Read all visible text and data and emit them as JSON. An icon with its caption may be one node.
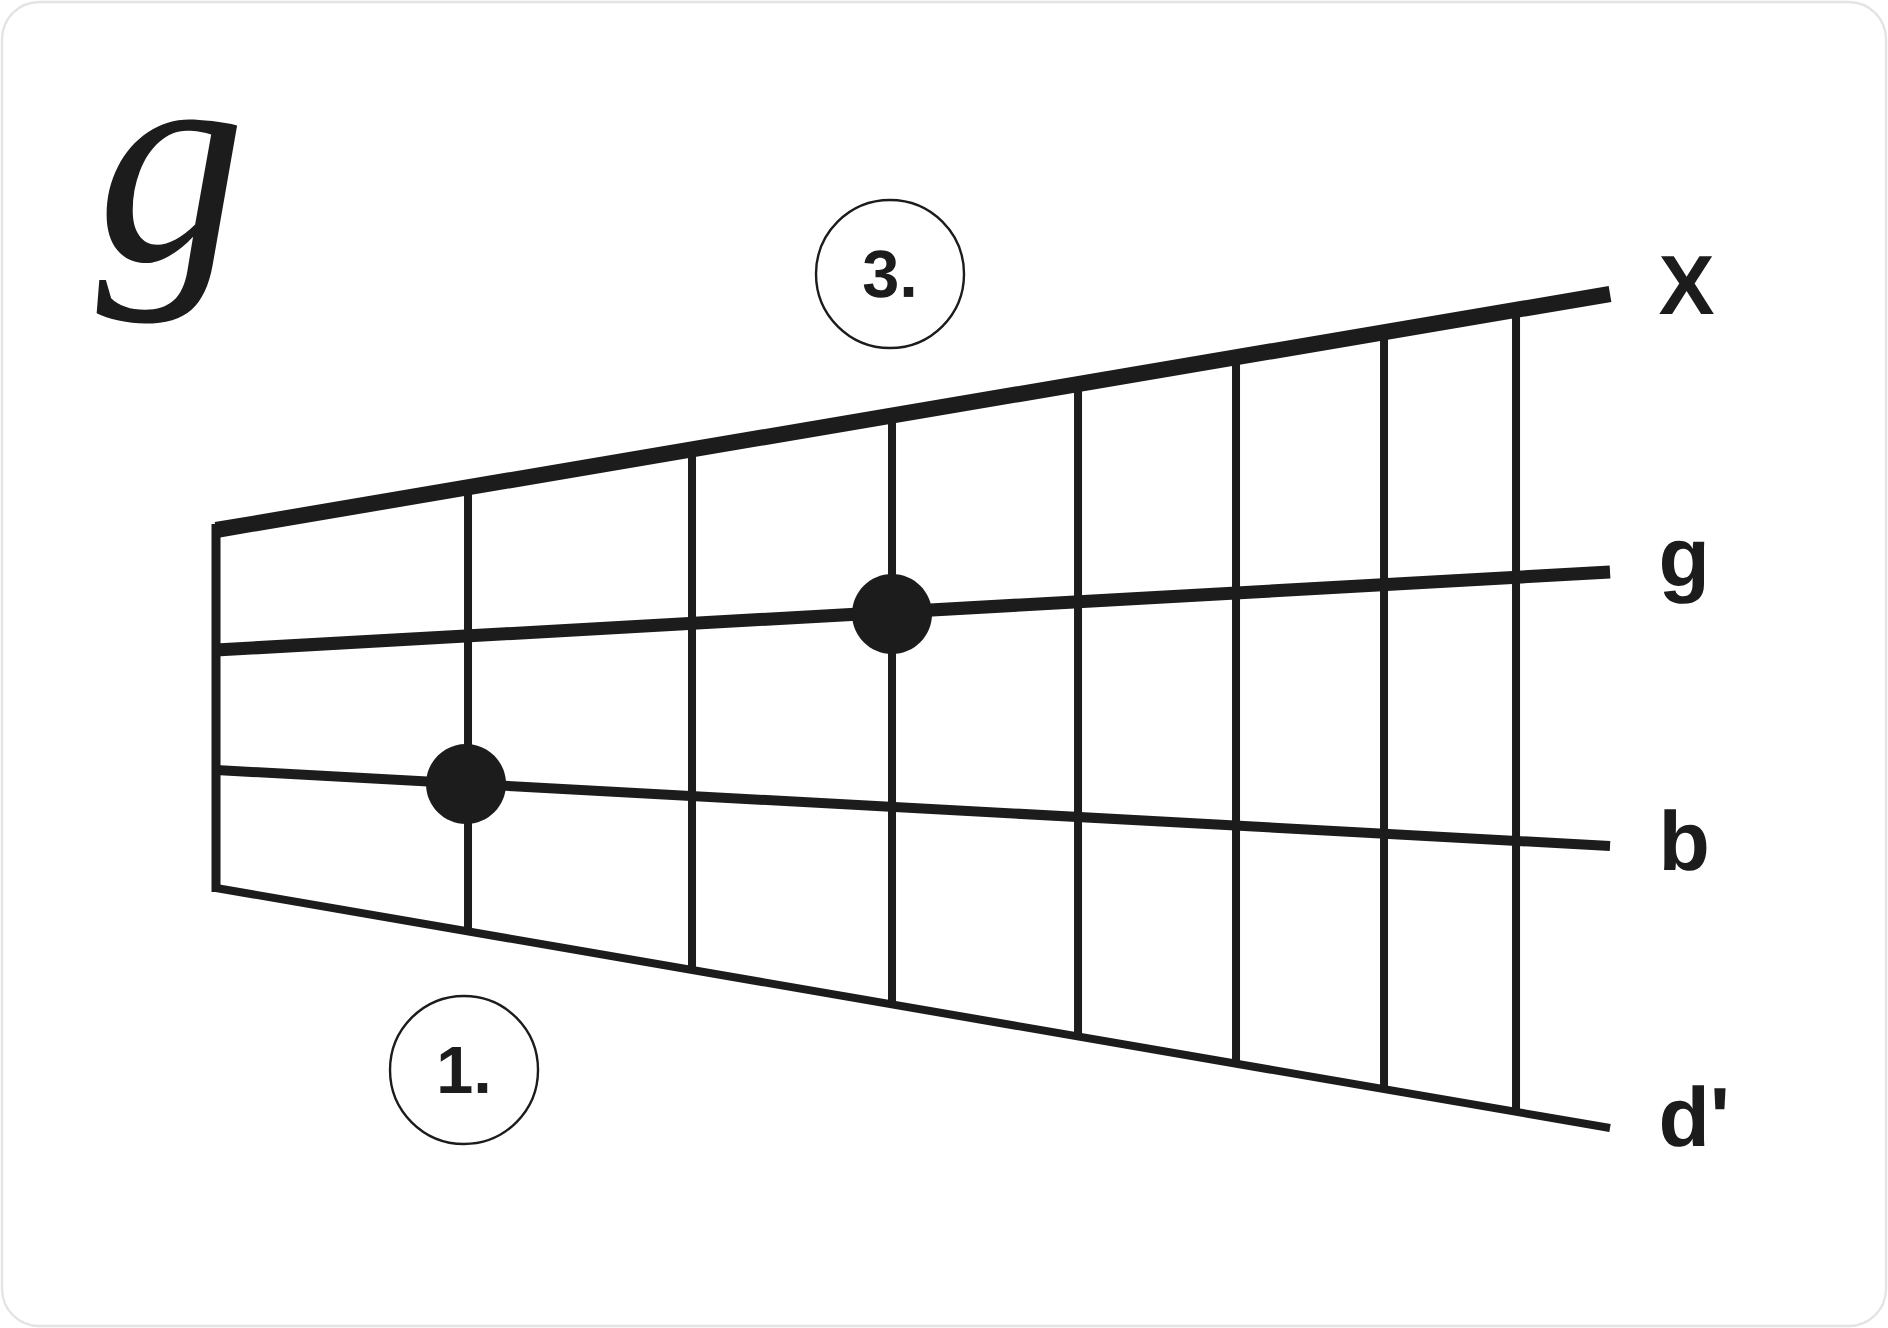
{
  "diagram": {
    "title": "g",
    "nodes": [
      {
        "text": [
          "3."
        ]
      },
      {
        "text": [],
        "shape": "circle"
      },
      {
        "text": [],
        "shape": "circle"
      },
      {
        "text": [
          "1."
        ]
      }
    ],
    "labels": [
      "X",
      "g",
      "b",
      "d'"
    ]
  }
}
